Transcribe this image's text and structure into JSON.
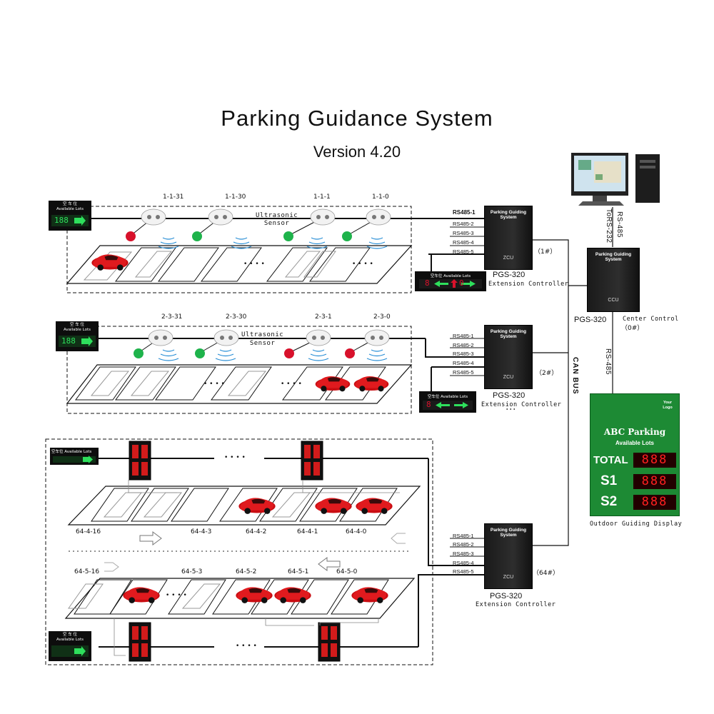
{
  "header": {
    "title": "Parking Guidance System",
    "subtitle": "Version 4.20"
  },
  "zone1": {
    "sensor_ids": [
      "1-1-31",
      "1-1-30",
      "1-1-1",
      "1-1-0"
    ],
    "sensor_label": "Ultrasonic\nSensor",
    "ellipsis": "• • • •",
    "sign_title": "空 车 位\nAvailable Lots",
    "sign_digits": "188",
    "lane_display": {
      "header": "空车位 Available Lots",
      "left": "8",
      "right": "0"
    }
  },
  "zone2": {
    "sensor_ids": [
      "2-3-31",
      "2-3-30",
      "2-3-1",
      "2-3-0"
    ],
    "sensor_label": "Ultrasonic\nSensor",
    "ellipsis": "• • • •",
    "sign_title": "空 车 位\nAvailable Lots",
    "sign_digits": "188",
    "lane_display": {
      "header": "空车位 Available Lots",
      "left": "8",
      "right": ""
    }
  },
  "zone3": {
    "upper_sign_title": "空车位  Available Lots",
    "lower_sign_title": "空 车 位\nAvailable Lots",
    "upper_bay_ids": [
      "64-4-16",
      "64-4-3",
      "64-4-2",
      "64-4-1",
      "64-4-0"
    ],
    "lower_bay_ids": [
      "64-5-16",
      "64-5-3",
      "64-5-2",
      "64-5-1",
      "64-5-0"
    ],
    "ellipsis": "• • • •"
  },
  "controllers": [
    {
      "id": "ext1",
      "model": "PGS-320",
      "desc": "Extension Controller",
      "number": "（1#）",
      "cab_title": "Parking Guiding System",
      "cab_tag": "ZCU",
      "ports": [
        "RS485-1",
        "RS485-2",
        "RS485-3",
        "RS485-4",
        "RS485-5"
      ]
    },
    {
      "id": "ext2",
      "model": "PGS-320",
      "desc": "Extension Controller",
      "number": "（2#）",
      "cab_title": "Parking Guiding System",
      "cab_tag": "ZCU",
      "ports": [
        "RS485-1",
        "RS485-2",
        "RS485-3",
        "RS485-4",
        "RS485-5"
      ]
    },
    {
      "id": "ext64",
      "model": "PGS-320",
      "desc": "Extension Controller",
      "number": "（64#）",
      "cab_title": "Parking Guiding System",
      "cab_tag": "ZCU",
      "ports": [
        "RS485-1",
        "RS485-2",
        "RS485-3",
        "RS485-4",
        "RS485-5"
      ]
    }
  ],
  "center": {
    "model": "PGS-320",
    "desc": "Center Control",
    "number": "（0#）",
    "cab_title": "Parking Guiding System",
    "cab_tag": "CCU"
  },
  "links": {
    "rs485_to_rs232": [
      "RS-485",
      "ToRS-232"
    ],
    "rs485": "RS-485",
    "can_bus": "CAN BUS",
    "more": "⋮"
  },
  "outdoor": {
    "name": "ABC Parking",
    "available": "Available Lots",
    "logo_text": "Your\nLogo",
    "rows": [
      {
        "label": "TOTAL",
        "digits": "888"
      },
      {
        "label": "S1",
        "digits": "888"
      },
      {
        "label": "S2",
        "digits": "888"
      }
    ],
    "caption": "Outdoor Guiding Display"
  },
  "colors": {
    "red_led": "#d8112b",
    "green_led": "#1eb34b",
    "sign_green": "#1d8a34",
    "wave": "#2a8fd6",
    "car": "#c90d12"
  }
}
